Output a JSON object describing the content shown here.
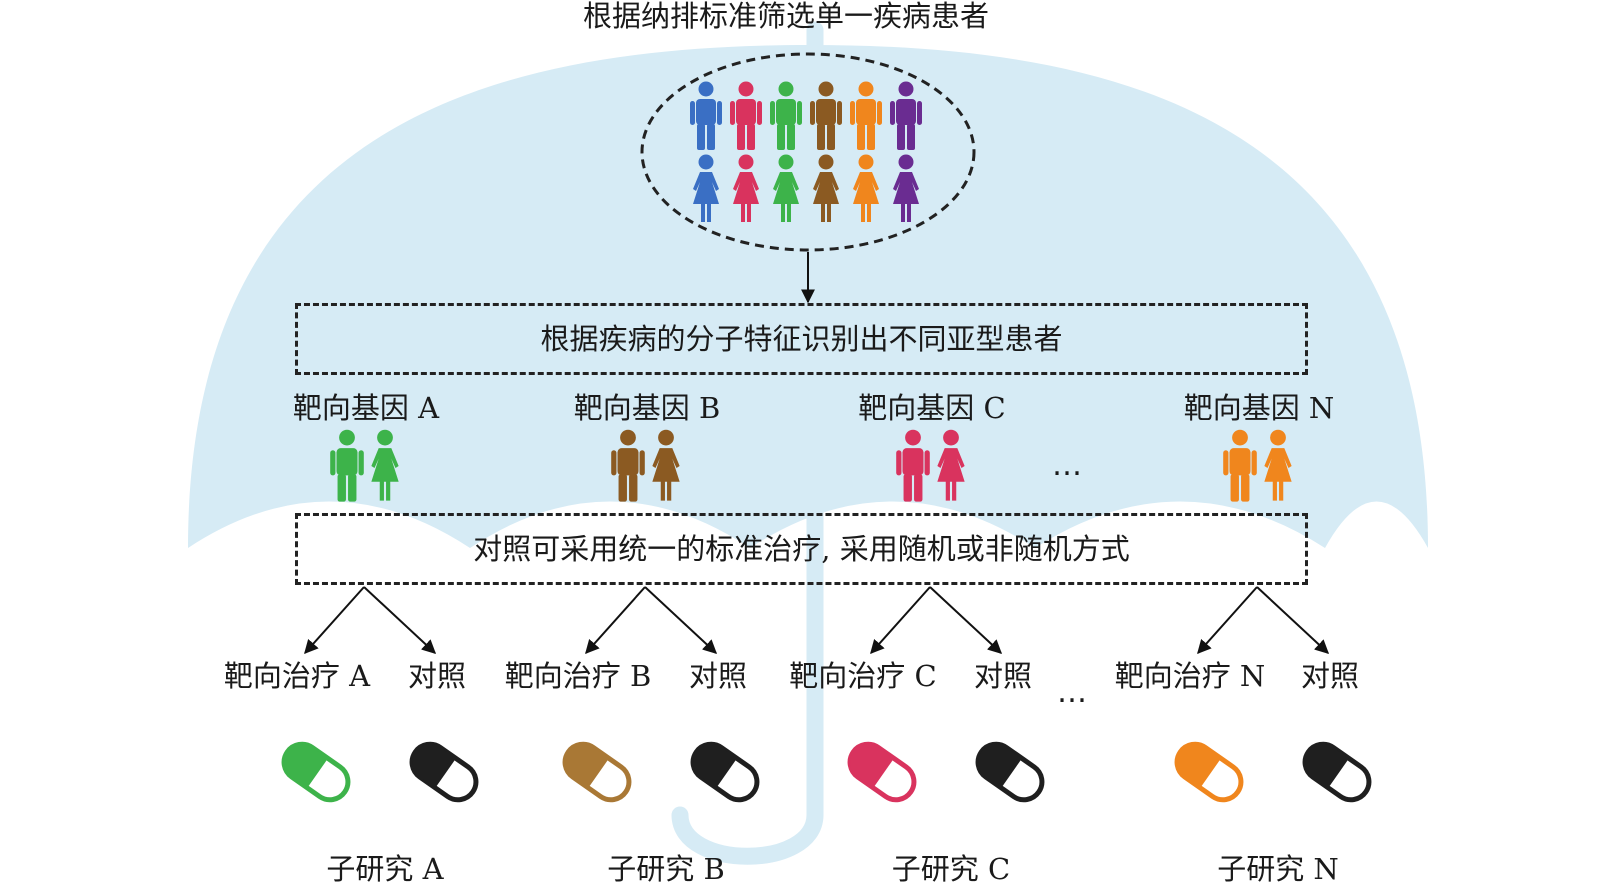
{
  "title": "根据纳排标准筛选单一疾病患者",
  "subtype_box": "根据疾病的分子特征识别出不同亚型患者",
  "control_box": "对照可采用统一的标准治疗, 采用随机或非随机方式",
  "ellipsis": "…",
  "control_label": "对照",
  "colors": {
    "umbrella": "#d6ebf5",
    "blue": "#3a6fc4",
    "red": "#d9335e",
    "green": "#3db34a",
    "brown": "#8b5a22",
    "orange": "#f0861d",
    "purple": "#6a2c91",
    "pill_brown": "#a97835",
    "pill_black": "#1f1f1f"
  },
  "crowd_colors": [
    "blue",
    "red",
    "green",
    "brown",
    "orange",
    "purple"
  ],
  "groups": [
    {
      "gene": "靶向基因 A",
      "therapy": "靶向治疗 A",
      "substudy": "子研究 A",
      "color": "green",
      "pill": "green"
    },
    {
      "gene": "靶向基因 B",
      "therapy": "靶向治疗 B",
      "substudy": "子研究 B",
      "color": "brown",
      "pill": "pill_brown"
    },
    {
      "gene": "靶向基因 C",
      "therapy": "靶向治疗 C",
      "substudy": "子研究 C",
      "color": "red",
      "pill": "red"
    },
    {
      "gene": "靶向基因 N",
      "therapy": "靶向治疗 N",
      "substudy": "子研究 N",
      "color": "orange",
      "pill": "orange"
    }
  ]
}
